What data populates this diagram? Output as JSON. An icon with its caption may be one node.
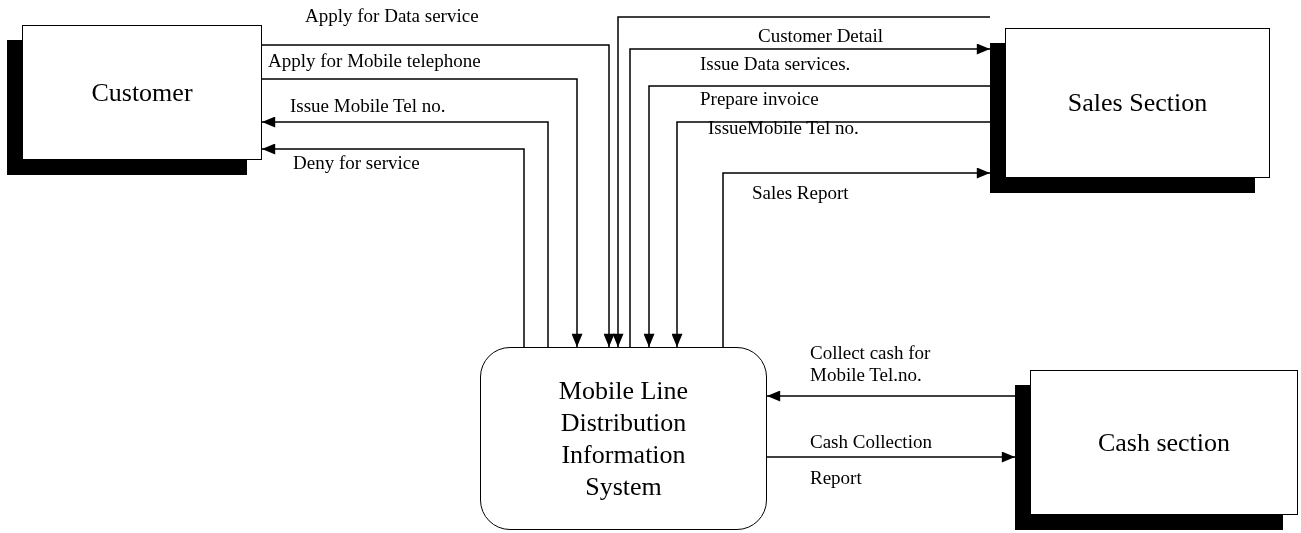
{
  "diagram": {
    "nodes": [
      {
        "text": [
          "Customer"
        ]
      },
      {
        "text": [
          "Sales Section"
        ]
      },
      {
        "text": [
          "Cash section"
        ]
      },
      {
        "text": [
          "Mobile Line Distribution Information System"
        ]
      }
    ],
    "edges": [
      {
        "from": 0,
        "to": 3,
        "arrow": "to",
        "label": "Apply for Data service"
      },
      {
        "from": 0,
        "to": 3,
        "arrow": "to",
        "label": "Apply for Mobile telephone"
      },
      {
        "from": 3,
        "to": 0,
        "arrow": "to",
        "label": "Issue Mobile Tel no."
      },
      {
        "from": 3,
        "to": 0,
        "arrow": "to",
        "label": "Deny for service"
      },
      {
        "from": 1,
        "to": 3,
        "arrow": "to"
      },
      {
        "from": 3,
        "to": 1,
        "arrow": "to",
        "label": "Customer Detail"
      },
      {
        "from": 1,
        "to": 3,
        "arrow": "to",
        "label": "Issue Data services."
      },
      {
        "from": 1,
        "to": 3,
        "arrow": "to",
        "label": "Prepare invoice"
      },
      {
        "from": 3,
        "to": 1,
        "arrow": "to",
        "label": "Sales  Report"
      },
      {
        "from": 2,
        "to": 3,
        "arrow": "to",
        "label": "Collect cash for Mobile Tel.no."
      },
      {
        "from": 3,
        "to": 2,
        "arrow": "to",
        "label": "Cash Collection Report"
      }
    ],
    "labels": [
      "IssueMobile Tel no."
    ]
  }
}
